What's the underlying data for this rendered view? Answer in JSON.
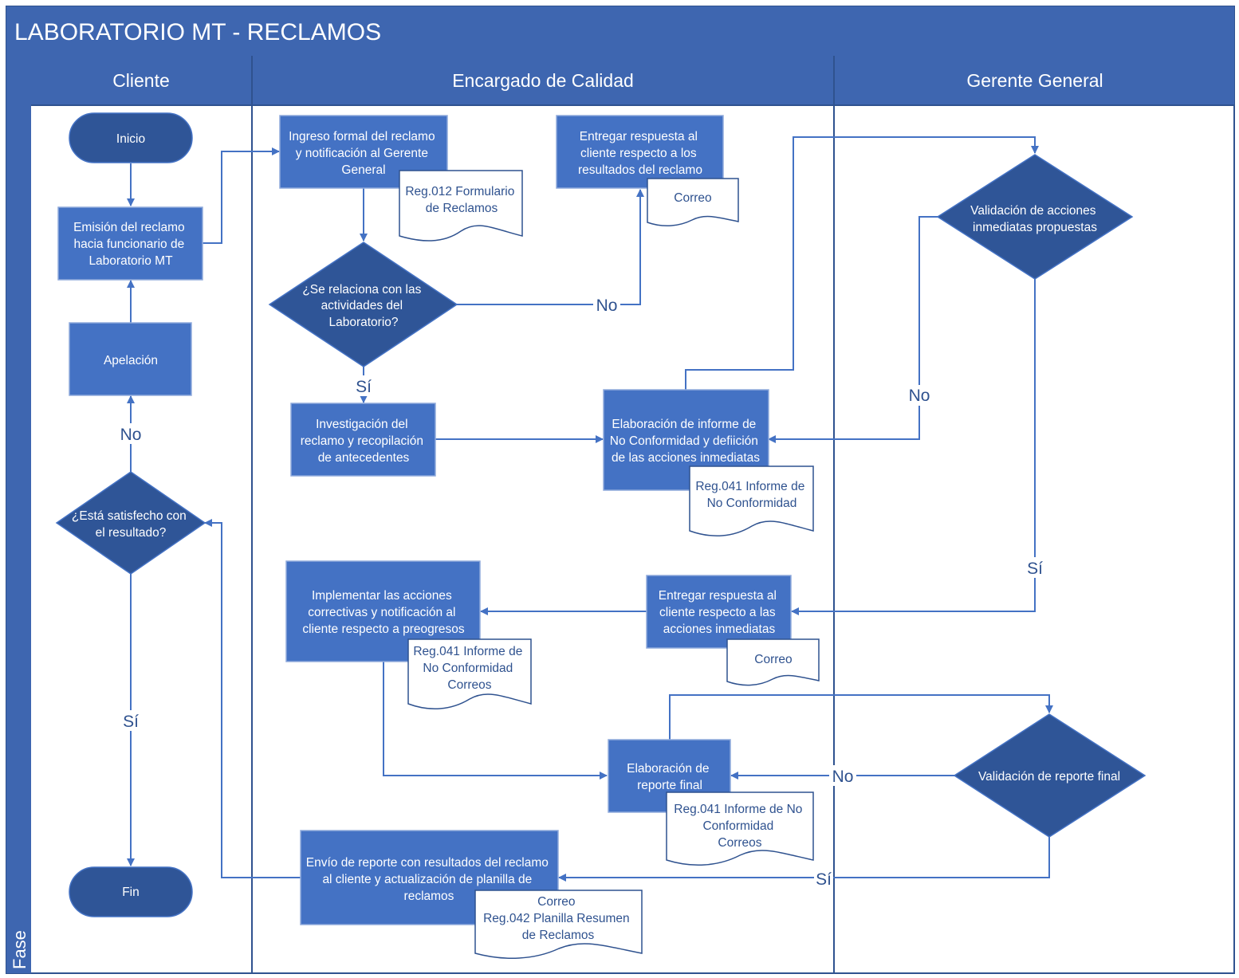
{
  "title": "LABORATORIO MT - RECLAMOS",
  "phase_label": "Fase",
  "lanes": [
    "Cliente",
    "Encargado de Calidad",
    "Gerente General"
  ],
  "nodes": {
    "inicio": "Inicio",
    "emision": [
      "Emisión del reclamo",
      "hacia funcionario de",
      "Laboratorio MT"
    ],
    "apelacion": "Apelación",
    "satisfecho": [
      "¿Está satisfecho con",
      "el resultado?"
    ],
    "fin": "Fin",
    "ingreso": [
      "Ingreso formal del reclamo",
      "y notificación al Gerente",
      "General"
    ],
    "relaciona": [
      "¿Se relaciona con las",
      "actividades del",
      "Laboratorio?"
    ],
    "investigacion": [
      "Investigación del",
      "reclamo y recopilación",
      "de antecedentes"
    ],
    "entregar1": [
      "Entregar respuesta al",
      "cliente respecto a los",
      "resultados del reclamo"
    ],
    "elaboracion_informe": [
      "Elaboración de informe de",
      "No Conformidad y defiición",
      "de las acciones inmediatas"
    ],
    "implementar": [
      "Implementar las acciones",
      "correctivas y notificación al",
      "cliente respecto a preogresos"
    ],
    "entregar2": [
      "Entregar respuesta al",
      "cliente respecto a las",
      "acciones inmediatas"
    ],
    "elaboracion_reporte": [
      "Elaboración de",
      "reporte final"
    ],
    "envio": [
      "Envío de reporte con resultados del reclamo",
      "al cliente y actualización de planilla de",
      "reclamos"
    ],
    "validacion_acciones": [
      "Validación de acciones",
      "inmediatas propuestas"
    ],
    "validacion_reporte": [
      "Validación de reporte final"
    ]
  },
  "documents": {
    "reg012": [
      "Reg.012 Formulario",
      "de Reclamos"
    ],
    "correo1": [
      "Correo"
    ],
    "reg041_a": [
      "Reg.041 Informe de",
      "No Conformidad"
    ],
    "reg041_b": [
      "Reg.041 Informe de",
      "No Conformidad",
      "Correos"
    ],
    "correo2": [
      "Correo"
    ],
    "reg041_c": [
      "Reg.041 Informe de No",
      "Conformidad",
      "Correos"
    ],
    "reg042": [
      "Correo",
      "Reg.042 Planilla Resumen",
      "de Reclamos"
    ]
  },
  "flow_labels": {
    "no_relaciona": "No",
    "si_relaciona": "Sí",
    "no_satisfecho": "No",
    "si_satisfecho": "Sí",
    "no_acciones": "No",
    "si_acciones": "Sí",
    "no_reporte": "No",
    "si_reporte": "Sí"
  },
  "colors": {
    "primary": "#4472C4",
    "dark": "#2F5597",
    "header": "#3E66B0",
    "line": "#2F528F"
  }
}
